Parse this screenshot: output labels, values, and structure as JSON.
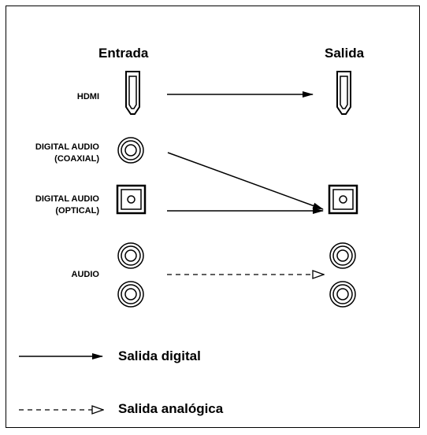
{
  "headers": {
    "input": "Entrada",
    "output": "Salida"
  },
  "rows": {
    "hdmi": "HDMI",
    "coaxial_line1": "DIGITAL AUDIO",
    "coaxial_line2": "(COAXIAL)",
    "optical_line1": "DIGITAL AUDIO",
    "optical_line2": "(OPTICAL)",
    "audio": "AUDIO"
  },
  "legend": {
    "digital": "Salida digital",
    "analog": "Salida analógica"
  },
  "connections": [
    {
      "from": "HDMI",
      "to": "HDMI",
      "style": "digital"
    },
    {
      "from": "DIGITAL AUDIO (COAXIAL)",
      "to": "DIGITAL AUDIO (OPTICAL)",
      "style": "digital"
    },
    {
      "from": "DIGITAL AUDIO (OPTICAL)",
      "to": "DIGITAL AUDIO (OPTICAL)",
      "style": "digital"
    },
    {
      "from": "AUDIO",
      "to": "AUDIO",
      "style": "analog"
    }
  ]
}
